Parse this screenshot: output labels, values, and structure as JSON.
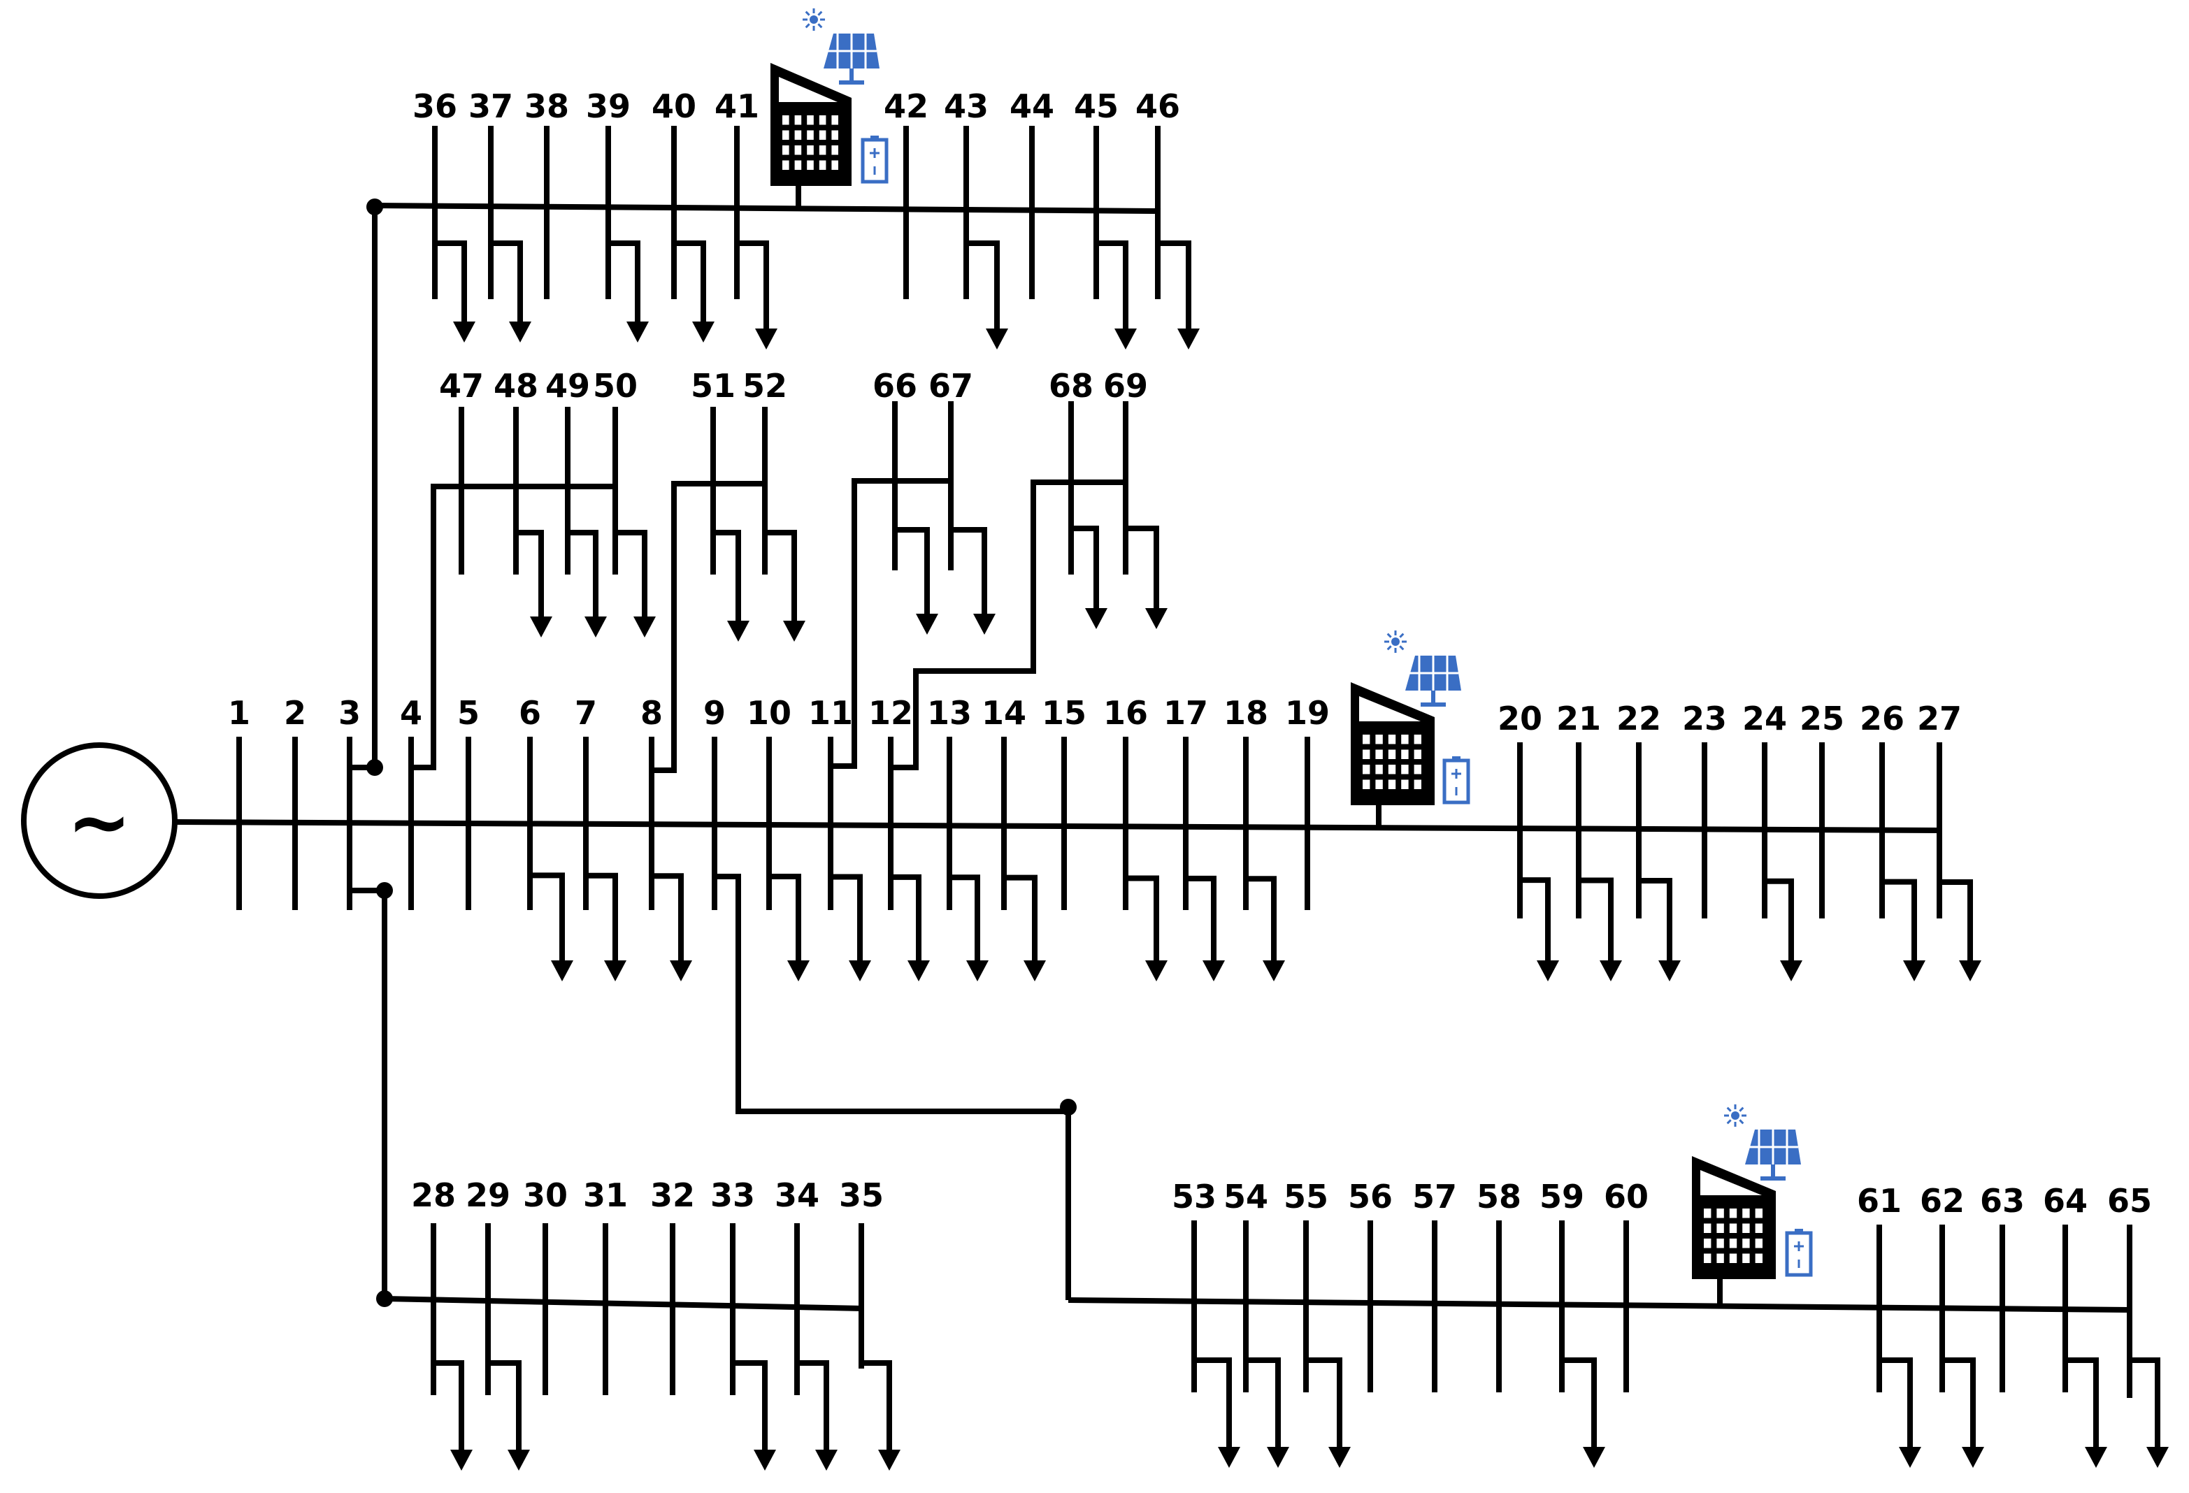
{
  "diagram": {
    "generator_symbol": "~",
    "icons": {
      "building": "building-icon",
      "solar": "solar-panel-icon",
      "battery": "battery-icon",
      "load": "load-arrow-icon"
    },
    "colors": {
      "line": "#000000",
      "accent": "#3a6ec4"
    },
    "main_feeder": [
      "1",
      "2",
      "3",
      "4",
      "5",
      "6",
      "7",
      "8",
      "9",
      "10",
      "11",
      "12",
      "13",
      "14",
      "15",
      "16",
      "17",
      "18",
      "19",
      "20",
      "21",
      "22",
      "23",
      "24",
      "25",
      "26",
      "27"
    ],
    "lateral_top": [
      "36",
      "37",
      "38",
      "39",
      "40",
      "41",
      "42",
      "43",
      "44",
      "45",
      "46"
    ],
    "lateral_47_50": [
      "47",
      "48",
      "49",
      "50"
    ],
    "lateral_51_52": [
      "51",
      "52"
    ],
    "lateral_66_67": [
      "66",
      "67"
    ],
    "lateral_68_69": [
      "68",
      "69"
    ],
    "lateral_bottom_left": [
      "28",
      "29",
      "30",
      "31",
      "32",
      "33",
      "34",
      "35"
    ],
    "lateral_bottom_right": [
      "53",
      "54",
      "55",
      "56",
      "57",
      "58",
      "59",
      "60",
      "61",
      "62",
      "63",
      "64",
      "65"
    ]
  }
}
